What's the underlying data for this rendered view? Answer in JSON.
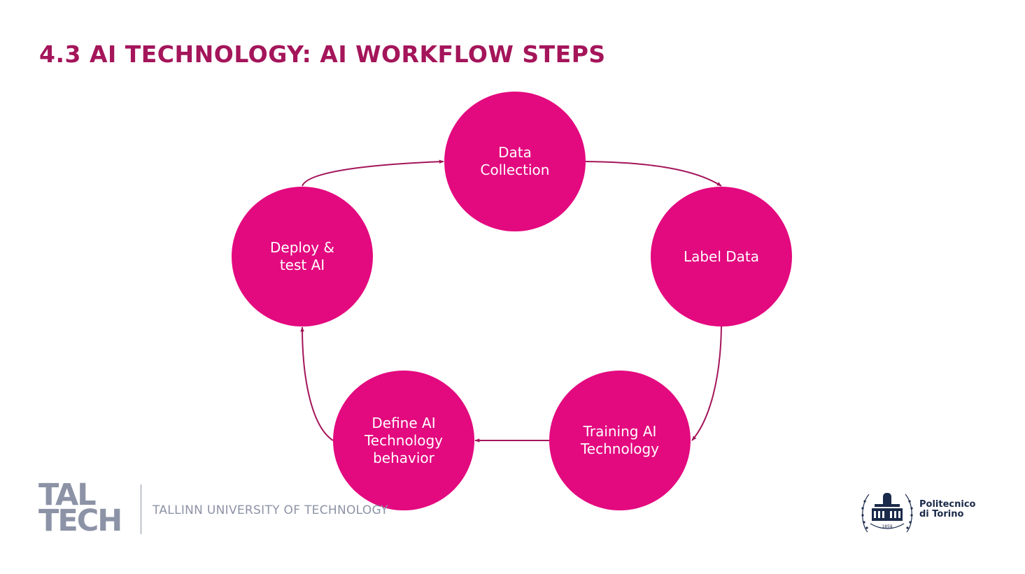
{
  "slide": {
    "title": "4.3 AI TECHNOLOGY: AI WORKFLOW STEPS"
  },
  "diagram": {
    "node_color": "#e3097f",
    "arrow_color": "#a4155a",
    "title_color": "#a4155a",
    "steps": [
      {
        "label": "Data\nCollection"
      },
      {
        "label": "Label Data"
      },
      {
        "label": "Training AI\nTechnology"
      },
      {
        "label": "Define AI\nTechnology\nbehavior"
      },
      {
        "label": "Deploy &\ntest AI"
      }
    ]
  },
  "footer": {
    "taltech_logo_line1": "TAL",
    "taltech_logo_line2": "TECH",
    "university_name": "TALLINN UNIVERSITY OF TECHNOLOGY",
    "polito_name": "Politecnico\ndi Torino",
    "polito_year": "1859"
  }
}
